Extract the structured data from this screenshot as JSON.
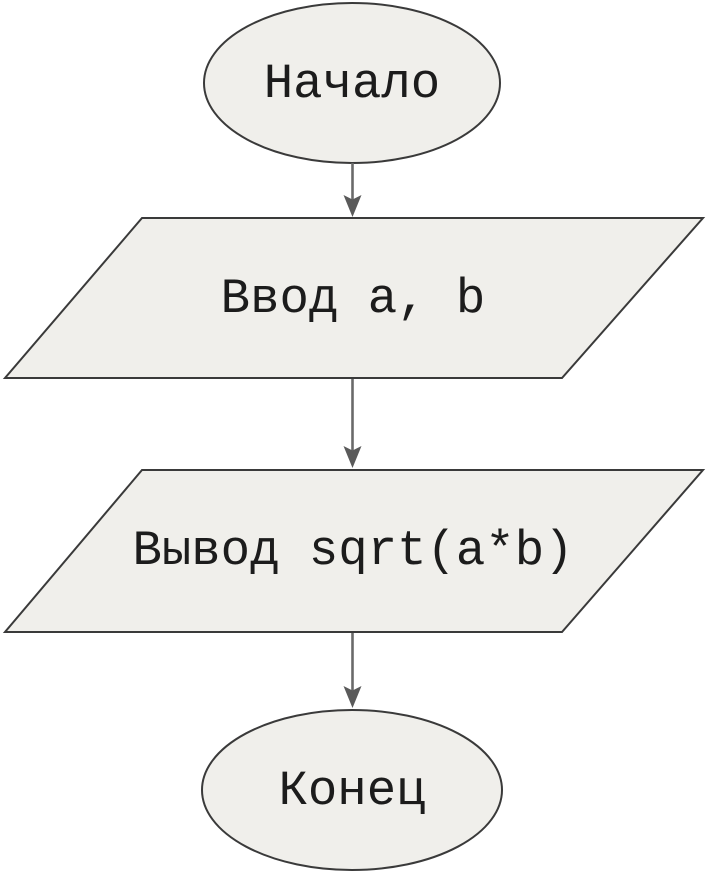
{
  "page": {
    "background": "#ffffff"
  },
  "diagram": {
    "type": "flowchart",
    "direction": "top-down",
    "language": "ru",
    "colors": {
      "shape_fill": "#f0efeb",
      "shape_stroke": "#3a3a3a",
      "arrow_line": "#6a6a6a",
      "arrowhead": "#5a5a5a",
      "label_text": "#1c1c1c"
    },
    "nodes": [
      {
        "id": "start",
        "type": "terminator",
        "shape": "ellipse",
        "label": "Начало"
      },
      {
        "id": "input",
        "type": "io",
        "shape": "parallelogram",
        "label": "Ввод a, b"
      },
      {
        "id": "output",
        "type": "io",
        "shape": "parallelogram",
        "label": "Вывод sqrt(a*b)"
      },
      {
        "id": "end",
        "type": "terminator",
        "shape": "ellipse",
        "label": "Конец"
      }
    ],
    "edges": [
      {
        "from": "start",
        "to": "input"
      },
      {
        "from": "input",
        "to": "output"
      },
      {
        "from": "output",
        "to": "end"
      }
    ]
  }
}
